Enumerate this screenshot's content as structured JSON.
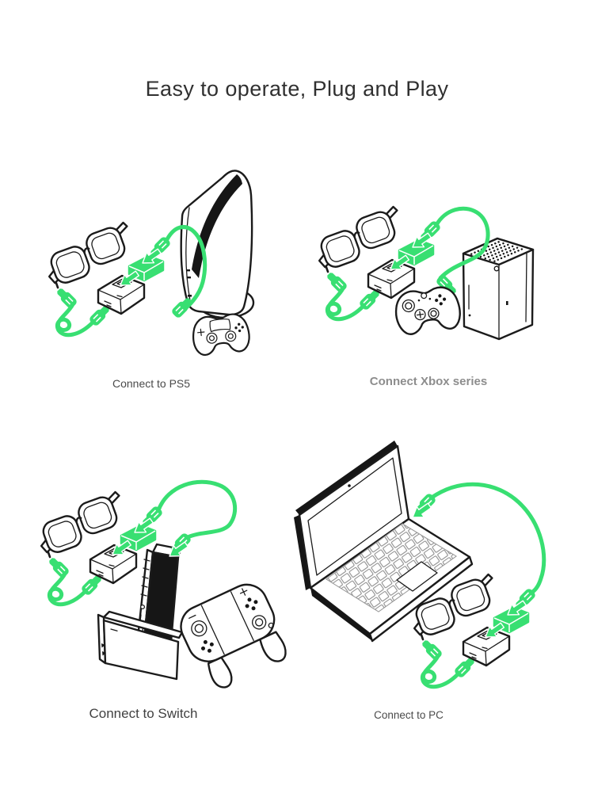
{
  "title": "Easy to operate, Plug and Play",
  "colors": {
    "background": "#ffffff",
    "accent_green": "#38df72",
    "line_ink": "#1b1b1b",
    "caption": "#4a4a4a",
    "caption_bold": "#8d8d8d"
  },
  "figures": [
    {
      "id": "ps5",
      "caption": "Connect to PS5",
      "illustration": "ar-glasses-adapter-green-cables-to-ps5-console-with-dualsense-controller"
    },
    {
      "id": "xbox",
      "caption": "Connect Xbox series",
      "illustration": "ar-glasses-adapter-green-cables-to-xbox-series-x-with-xbox-controller"
    },
    {
      "id": "switch",
      "caption": "Connect to Switch",
      "illustration": "ar-glasses-adapter-green-cables-to-switch-dock-with-joycon-grip"
    },
    {
      "id": "pc",
      "caption": "Connect to PC",
      "illustration": "ar-glasses-adapter-green-cables-to-laptop"
    }
  ]
}
